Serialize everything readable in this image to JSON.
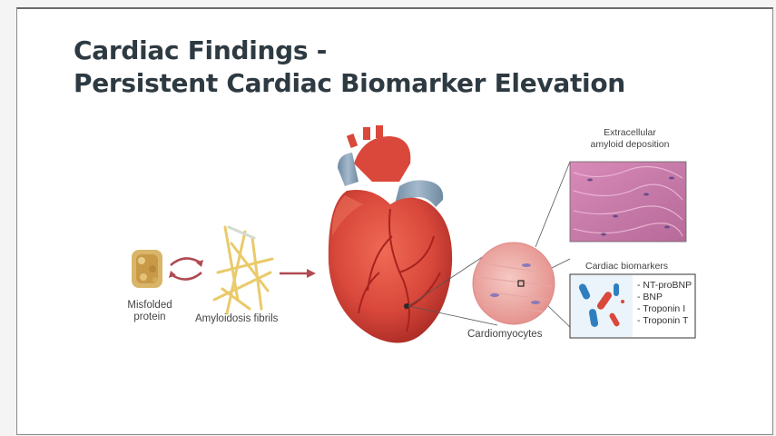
{
  "slide": {
    "title_line1": "Cardiac Findings -",
    "title_line2": "Persistent Cardiac Biomarker Elevation"
  },
  "diagram": {
    "misfolded_line1": "Misfolded",
    "misfolded_line2": "protein",
    "amyloidosis_fibrils": "Amyloidosis fibrils",
    "extracellular_line1": "Extracellular",
    "extracellular_line2": "amyloid deposition",
    "cardiomyocytes": "Cardiomyocytes",
    "cardiac_biomarkers": "Cardiac biomarkers",
    "biomarkers": [
      "- NT-proBNP",
      "- BNP",
      "- Troponin I",
      "- Troponin T"
    ]
  },
  "colors": {
    "title": "#2e3a42",
    "heart_red": "#d9483b",
    "vessel_blue": "#8aa3b8",
    "tissue_pink": "#c97aa8",
    "arrow": "#b04a52"
  }
}
